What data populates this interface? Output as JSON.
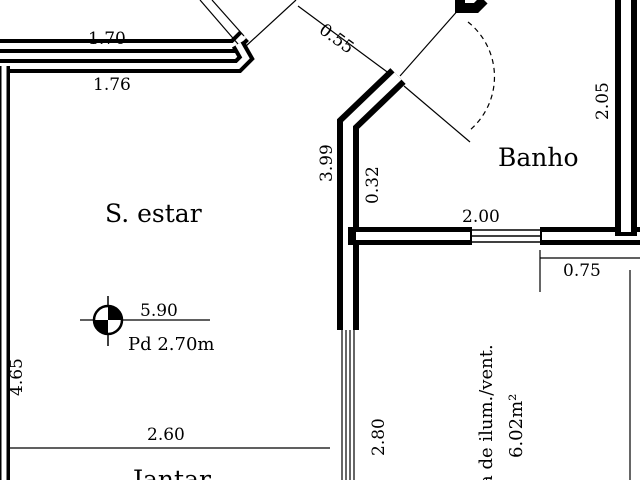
{
  "rooms": {
    "living": "S. estar",
    "bath": "Banho",
    "dining": "Jantar"
  },
  "dimensions": {
    "top_left_width": "1.70",
    "living_top_width": "1.76",
    "diagonal_gap": "0.55",
    "bath_height": "2.05",
    "living_right_height": "3.99",
    "bath_short_wall": "0.32",
    "bath_width": "2.00",
    "bath_right_offset": "0.75",
    "living_width": "5.90",
    "living_left_height": "4.65",
    "dining_width": "2.60",
    "window_height": "2.80"
  },
  "annotations": {
    "ceiling_height": "Pd 2.70m",
    "vent_label": "a de ilum./vent.",
    "vent_area": "6.02m²"
  }
}
